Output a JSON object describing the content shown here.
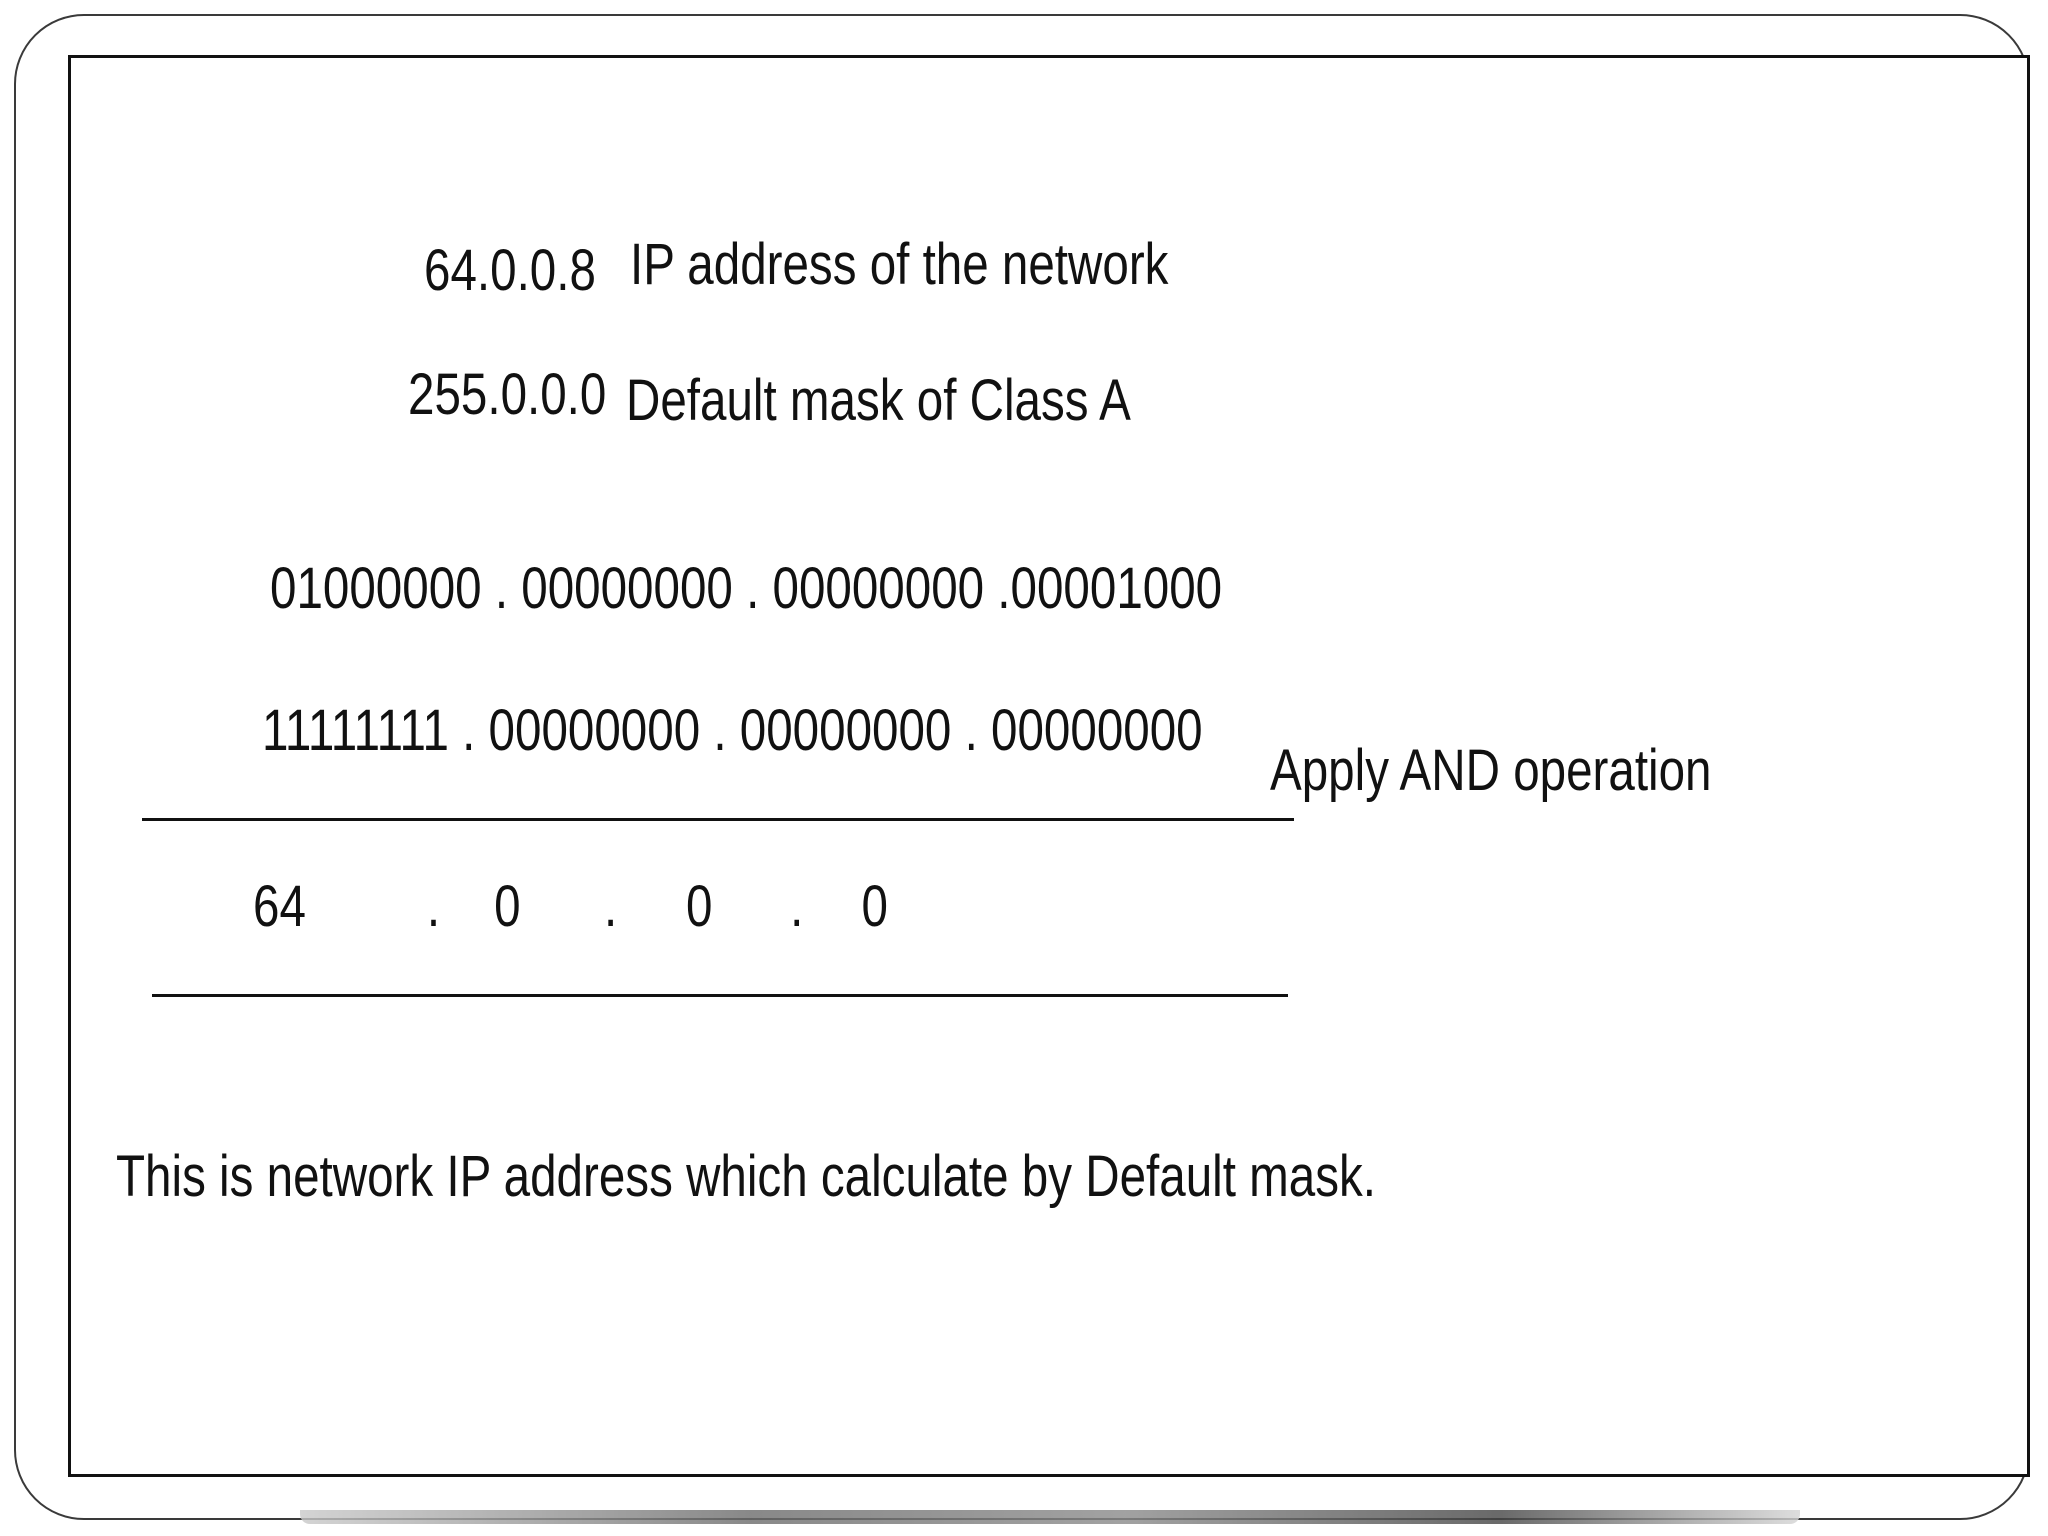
{
  "slide": {
    "ip_value": "64.0.0.8",
    "ip_label": "IP address of the network",
    "mask_value": "255.0.0.0",
    "mask_label": "Default mask of Class A",
    "binary_ip": "01000000 . 00000000 . 00000000 .00001000",
    "binary_mask": "11111111 . 00000000 . 00000000 . 00000000",
    "operation_label": "Apply AND operation",
    "result": {
      "octet1": "64",
      "dot1": ".",
      "octet2": "0",
      "dot2": ".",
      "octet3": "0",
      "dot3": ".",
      "octet4": "0"
    },
    "conclusion": "This is network IP address which calculate by Default mask."
  }
}
